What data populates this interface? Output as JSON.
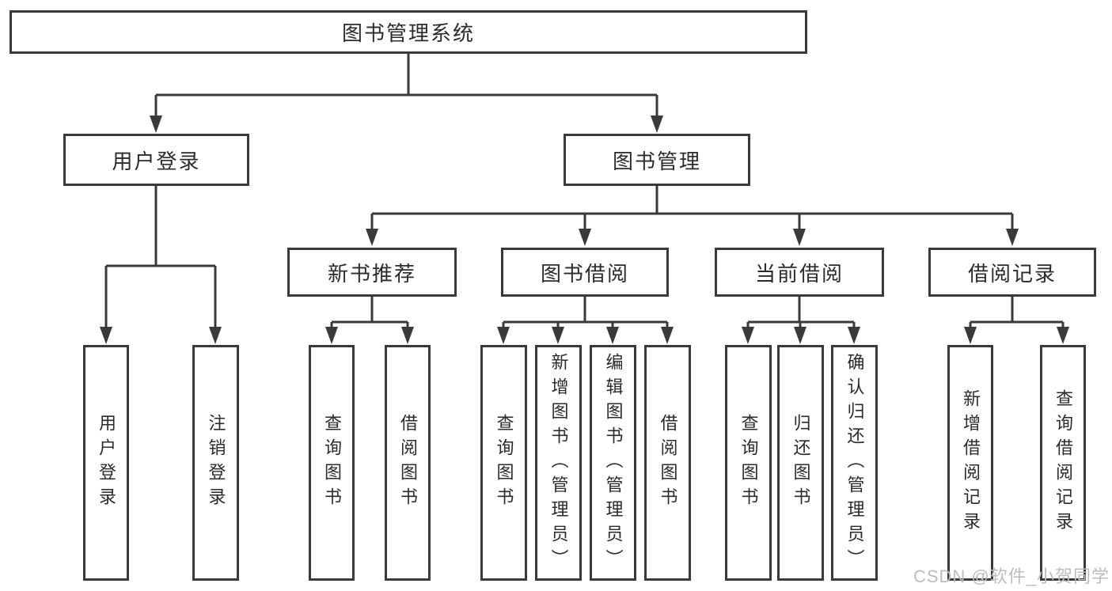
{
  "colors": {
    "line": "#3a3a3a",
    "text": "#2b2b2b",
    "background": "#ffffff",
    "watermark": "#bcbcbc"
  },
  "watermark": "CSDN @软件_小贺同学",
  "tree": {
    "label": "图书管理系统",
    "children": [
      {
        "label": "用户登录",
        "children": [
          {
            "label": "用户登录"
          },
          {
            "label": "注销登录"
          }
        ]
      },
      {
        "label": "图书管理",
        "children": [
          {
            "label": "新书推荐",
            "children": [
              {
                "label": "查询图书"
              },
              {
                "label": "借阅图书"
              }
            ]
          },
          {
            "label": "图书借阅",
            "children": [
              {
                "label": "查询图书"
              },
              {
                "label": "新增图书（管理员）"
              },
              {
                "label": "编辑图书（管理员）"
              },
              {
                "label": "借阅图书"
              }
            ]
          },
          {
            "label": "当前借阅",
            "children": [
              {
                "label": "查询图书"
              },
              {
                "label": "归还图书"
              },
              {
                "label": "确认归还（管理员）"
              }
            ]
          },
          {
            "label": "借阅记录",
            "children": [
              {
                "label": "新增借阅记录"
              },
              {
                "label": "查询借阅记录"
              }
            ]
          }
        ]
      }
    ]
  }
}
